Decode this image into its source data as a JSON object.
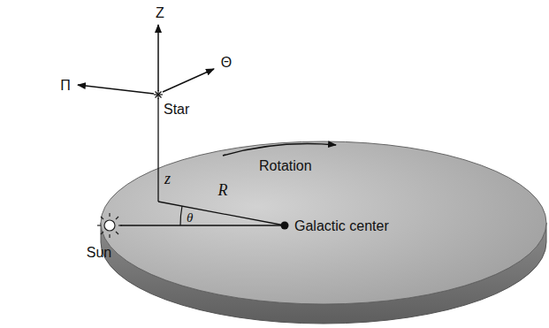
{
  "diagram": {
    "labels": [
      "Z",
      "Π",
      "Θ",
      "Star",
      "z",
      "Rotation",
      "R",
      "θ",
      "Sun",
      "Galactic center"
    ]
  }
}
